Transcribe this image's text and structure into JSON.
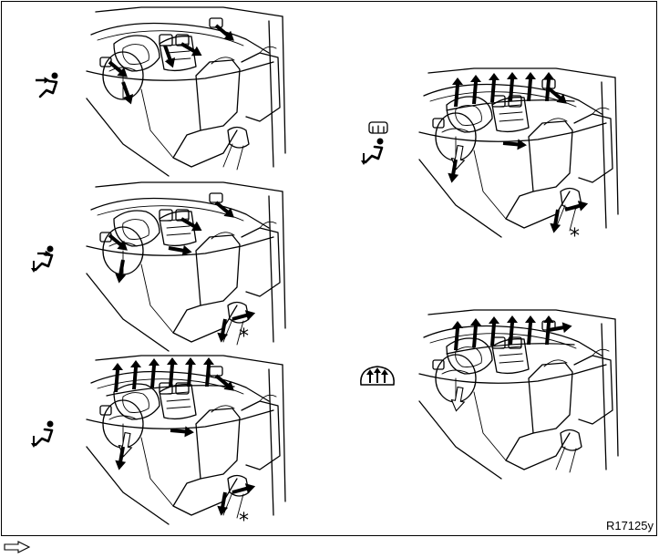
{
  "figure_code": "R17125y",
  "note_marker": "*",
  "legend": {
    "arrow_icon": "hollow-arrow-icon",
    "text": ""
  },
  "panels": [
    {
      "id": "face",
      "icon": "face-vent-mode-icon"
    },
    {
      "id": "bi-level",
      "icon": "bi-level-mode-icon"
    },
    {
      "id": "foot",
      "icon": "foot-mode-icon"
    },
    {
      "id": "foot-defrost",
      "icon": "foot-defrost-mode-icon"
    },
    {
      "id": "defrost",
      "icon": "defrost-mode-icon"
    }
  ]
}
